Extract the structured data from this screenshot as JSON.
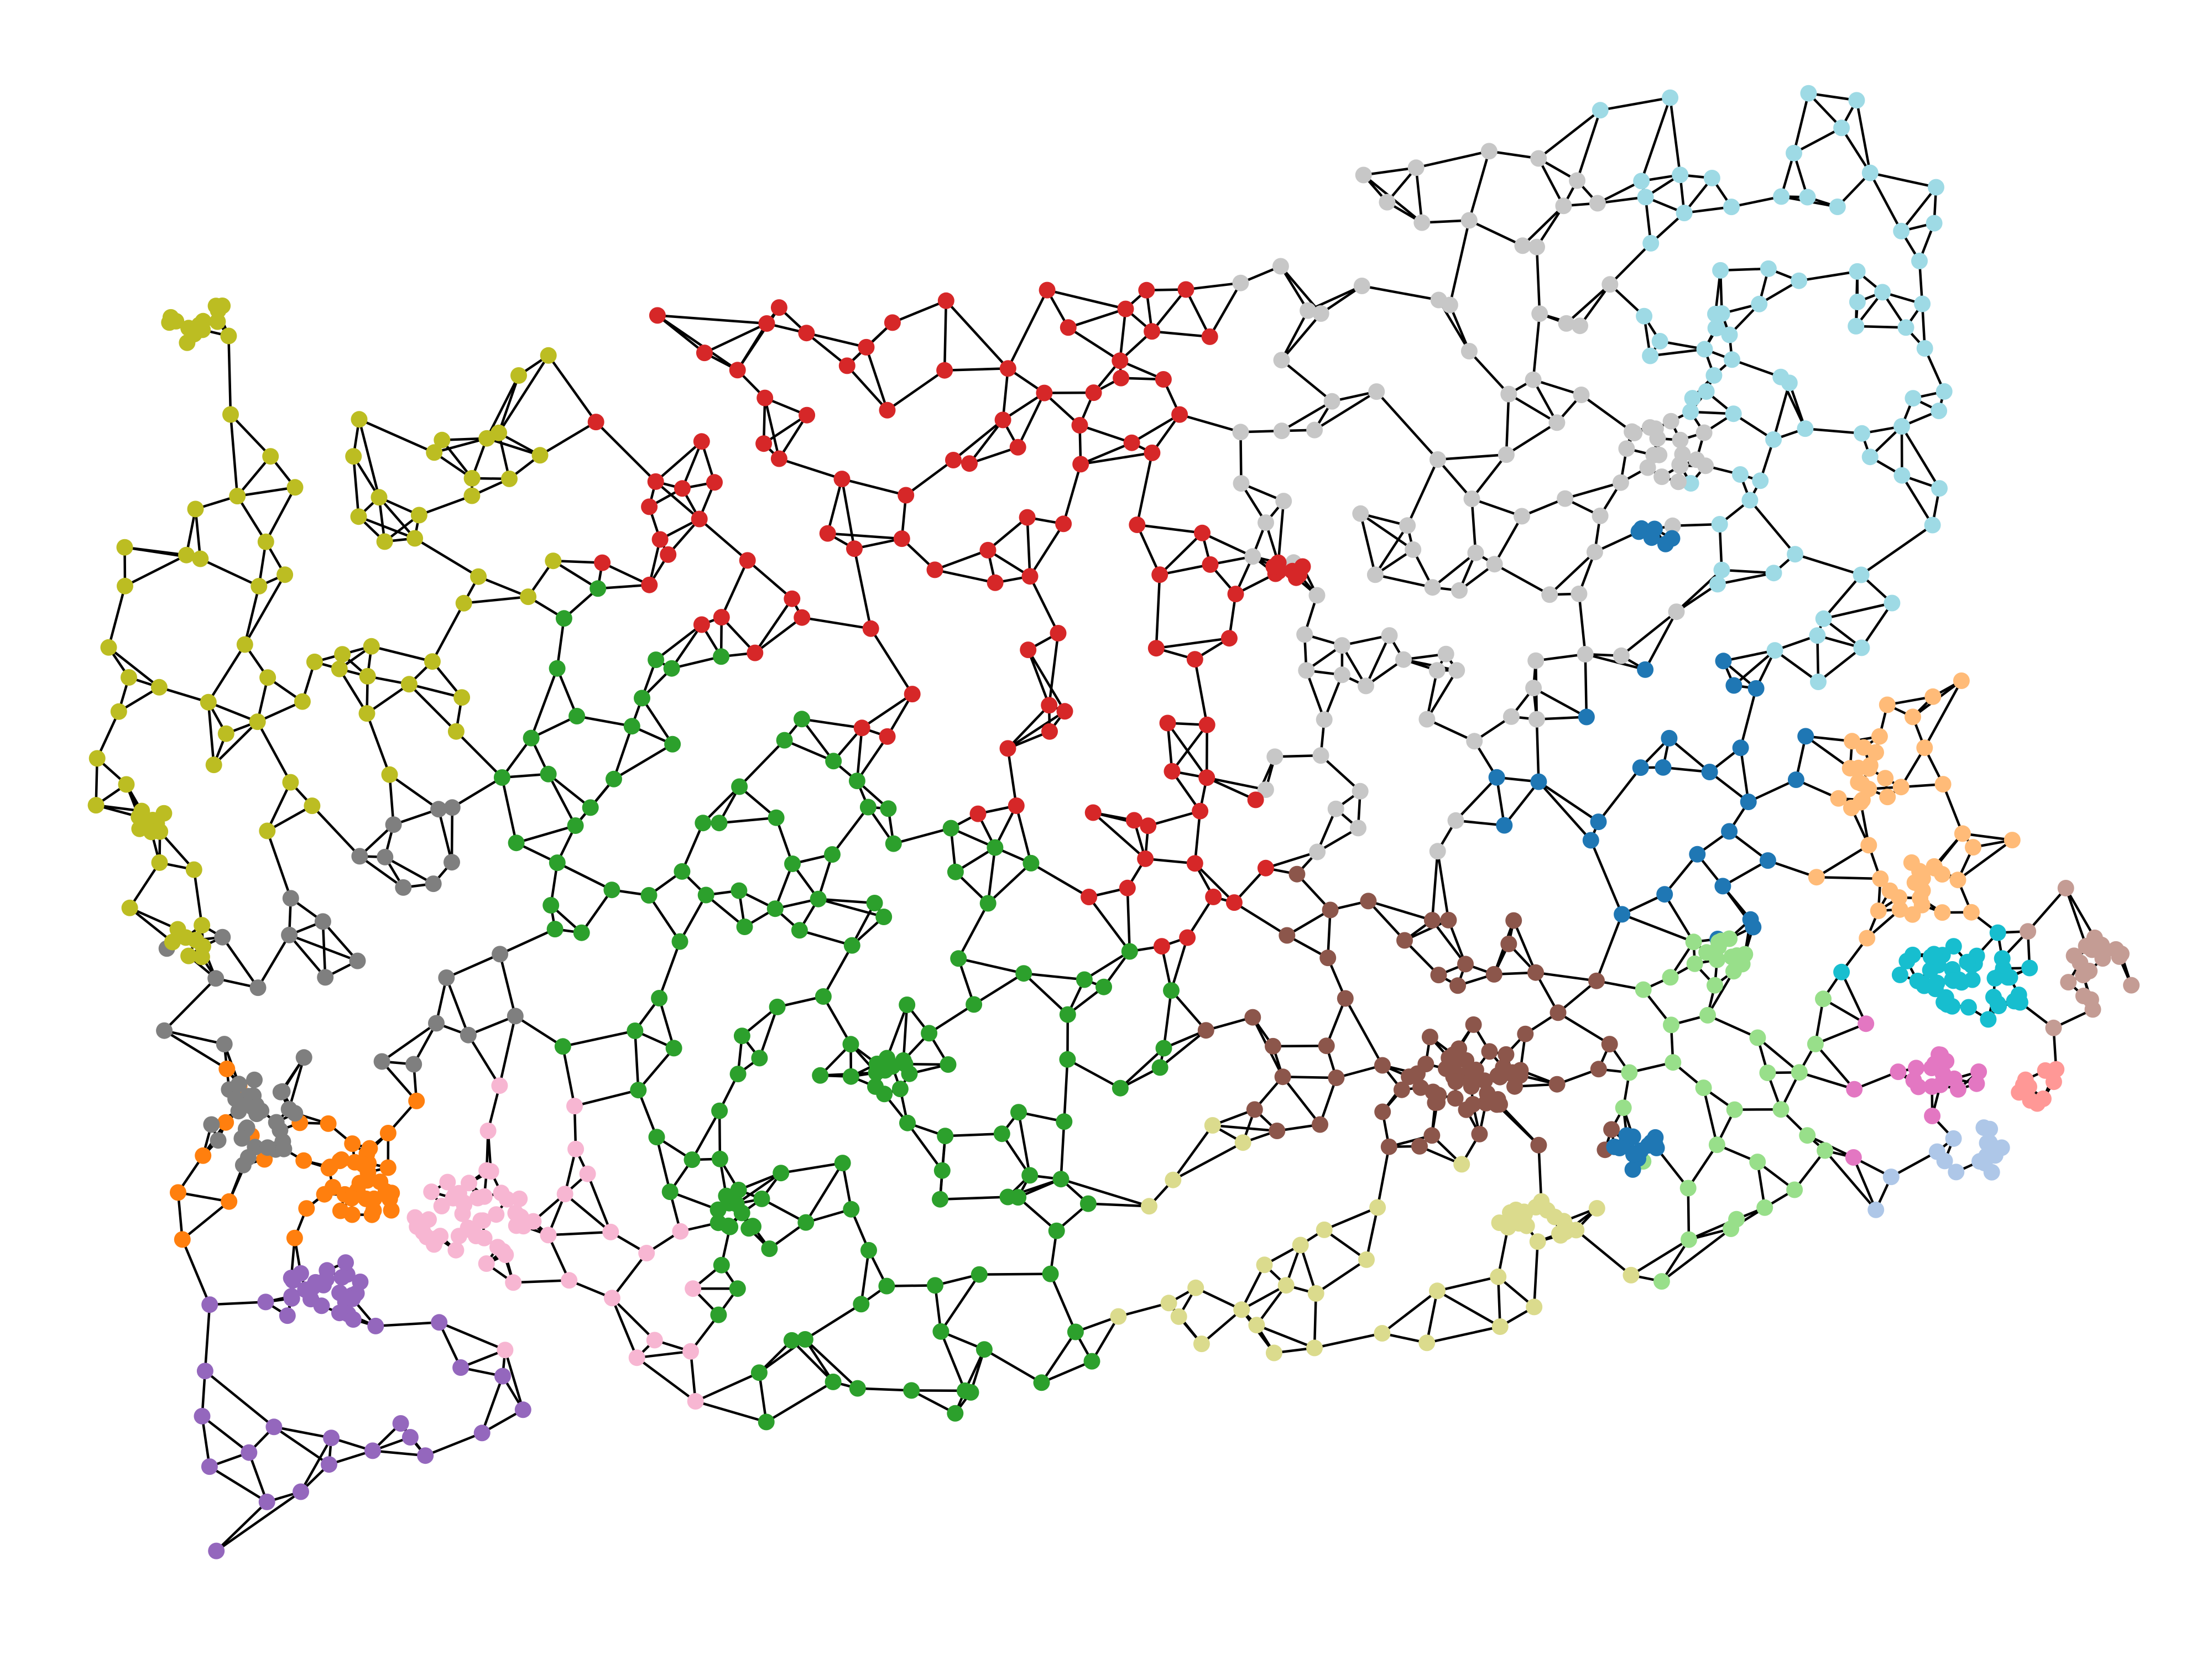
{
  "image": {
    "description_text": ""
  },
  "districts": [
    {
      "id": "d0",
      "color": "#bcbd22",
      "label": "olive"
    },
    {
      "id": "d1",
      "color": "#d62728",
      "label": "red"
    },
    {
      "id": "d2",
      "color": "#c7c7c7",
      "label": "light-gray"
    },
    {
      "id": "d3",
      "color": "#9edae5",
      "label": "light-cyan"
    },
    {
      "id": "d4",
      "color": "#2ca02c",
      "label": "green"
    },
    {
      "id": "d5",
      "color": "#7f7f7f",
      "label": "gray"
    },
    {
      "id": "d6",
      "color": "#1f77b4",
      "label": "blue"
    },
    {
      "id": "d7",
      "color": "#ffbb78",
      "label": "light-orange"
    },
    {
      "id": "d8",
      "color": "#17becf",
      "label": "cyan"
    },
    {
      "id": "d9",
      "color": "#c49c94",
      "label": "light-brown"
    },
    {
      "id": "d10",
      "color": "#8c564b",
      "label": "brown"
    },
    {
      "id": "d11",
      "color": "#98df8a",
      "label": "light-green"
    },
    {
      "id": "d12",
      "color": "#e377c2",
      "label": "pink"
    },
    {
      "id": "d13",
      "color": "#aec7e8",
      "label": "light-blue"
    },
    {
      "id": "d14",
      "color": "#ff9896",
      "label": "salmon"
    },
    {
      "id": "d15",
      "color": "#dbdb8d",
      "label": "khaki"
    },
    {
      "id": "d16",
      "color": "#ff7f0e",
      "label": "orange"
    },
    {
      "id": "d17",
      "color": "#f7b6d2",
      "label": "light-pink"
    },
    {
      "id": "d18",
      "color": "#9467bd",
      "label": "purple"
    }
  ],
  "graph_style": {
    "edge_color": "#000000",
    "background": "#ffffff"
  }
}
